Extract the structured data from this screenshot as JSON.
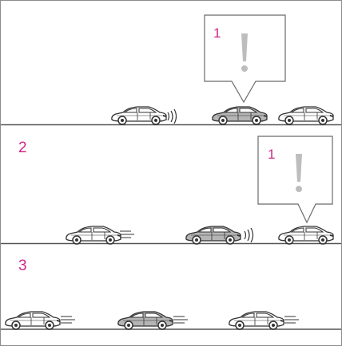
{
  "panels": [
    {
      "number": "2"
    },
    {
      "number": "3"
    }
  ],
  "callouts": [
    {
      "number": "1",
      "symbol": "!"
    },
    {
      "number": "1",
      "symbol": "!"
    }
  ],
  "colors": {
    "accent": "#d02787",
    "line": "#555555",
    "car_outline": "#333333",
    "car_highlight": "#b5b5b5",
    "exclamation": "#bdbdbd"
  },
  "icons": [
    "car-icon",
    "sound-waves-icon",
    "speed-lines-icon",
    "exclamation-icon"
  ]
}
